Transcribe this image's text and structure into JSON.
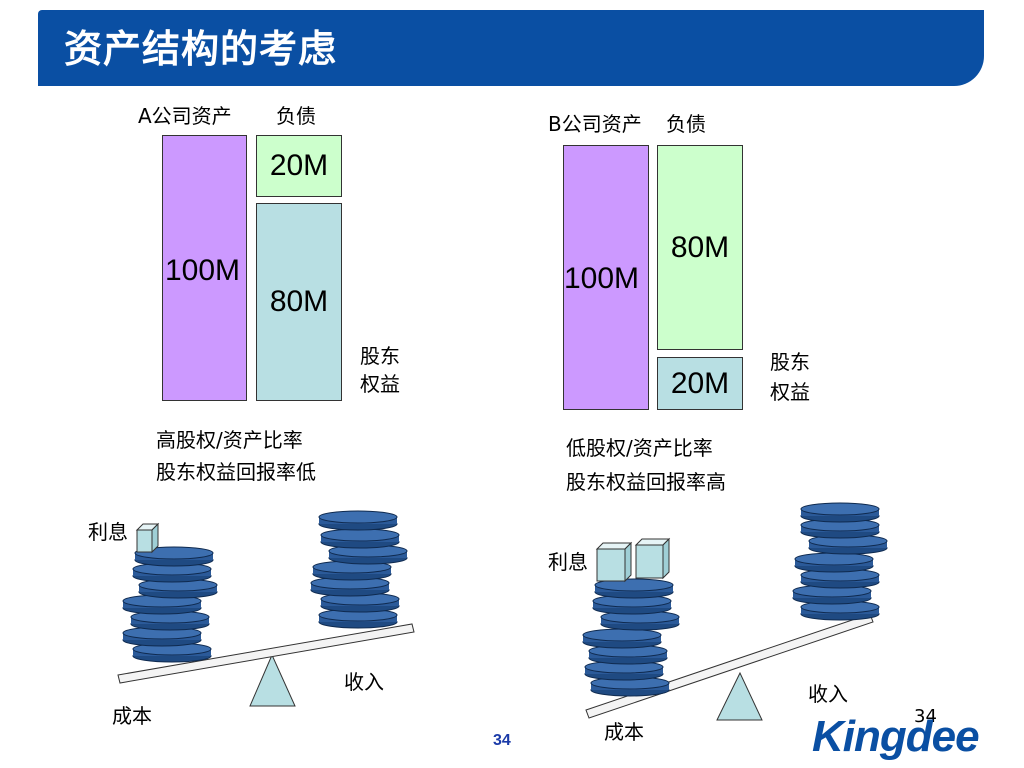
{
  "title": "资产结构的考虑",
  "company_a": {
    "assets_label": "A公司资产",
    "liabilities_label": "负债",
    "assets_value": "100M",
    "liabilities_value": "20M",
    "equity_value": "80M",
    "equity_label_1": "股东",
    "equity_label_2": "权益",
    "ratio_text": "高股权/资产比率",
    "return_text": "股东权益回报率低",
    "interest_label": "利息",
    "cost_label": "成本",
    "income_label": "收入"
  },
  "company_b": {
    "assets_label": "B公司资产",
    "liabilities_label": "负债",
    "assets_value": "100M",
    "liabilities_value": "80M",
    "equity_value": "20M",
    "equity_label_1": "股东",
    "equity_label_2": "权益",
    "ratio_text": "低股权/资产比率",
    "return_text": "股东权益回报率高",
    "interest_label": "利息",
    "cost_label": "成本",
    "income_label": "收入"
  },
  "colors": {
    "title_bar": "#0a4fa3",
    "assets": "#cc99ff",
    "liabilities": "#ccffcc",
    "equity": "#b8dfe3",
    "coin": "#2b5a99"
  },
  "page_number": "34",
  "page_number_top": "34",
  "logo_text": "Kingdee"
}
